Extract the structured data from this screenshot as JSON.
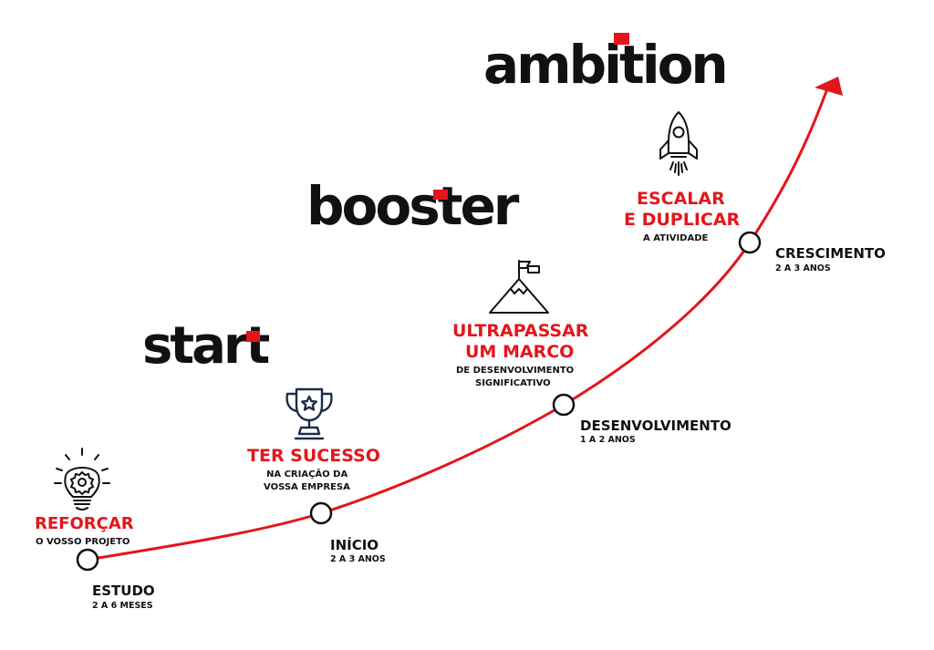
{
  "colors": {
    "accent": "#e3161b",
    "ink": "#111111",
    "background": "#ffffff"
  },
  "wordmarks": {
    "start": "start",
    "booster": "booster",
    "ambition": "ambition"
  },
  "milestones": [
    {
      "icon": "lightbulb-gear-icon",
      "title_lines": [
        "REFORÇAR"
      ],
      "subtitle_lines": [
        "O VOSSO PROJETO"
      ]
    },
    {
      "icon": "trophy-icon",
      "title_lines": [
        "TER SUCESSO"
      ],
      "subtitle_lines": [
        "NA CRIAÇÃO DA",
        "VOSSA EMPRESA"
      ]
    },
    {
      "icon": "mountain-flag-icon",
      "title_lines": [
        "ULTRAPASSAR",
        "UM MARCO"
      ],
      "subtitle_lines": [
        "DE DESENVOLVIMENTO",
        "SIGNIFICATIVO"
      ]
    },
    {
      "icon": "rocket-icon",
      "title_lines": [
        "ESCALAR",
        "E DUPLICAR"
      ],
      "subtitle_lines": [
        "A ATIVIDADE"
      ]
    }
  ],
  "stages": [
    {
      "name": "ESTUDO",
      "duration": "2 A 6 MESES"
    },
    {
      "name": "INÍCIO",
      "duration": "2 A 3 ANOS"
    },
    {
      "name": "DESENVOLVIMENTO",
      "duration": "1 A 2 ANOS"
    },
    {
      "name": "CRESCIMENTO",
      "duration": "2 A 3 ANOS"
    }
  ]
}
